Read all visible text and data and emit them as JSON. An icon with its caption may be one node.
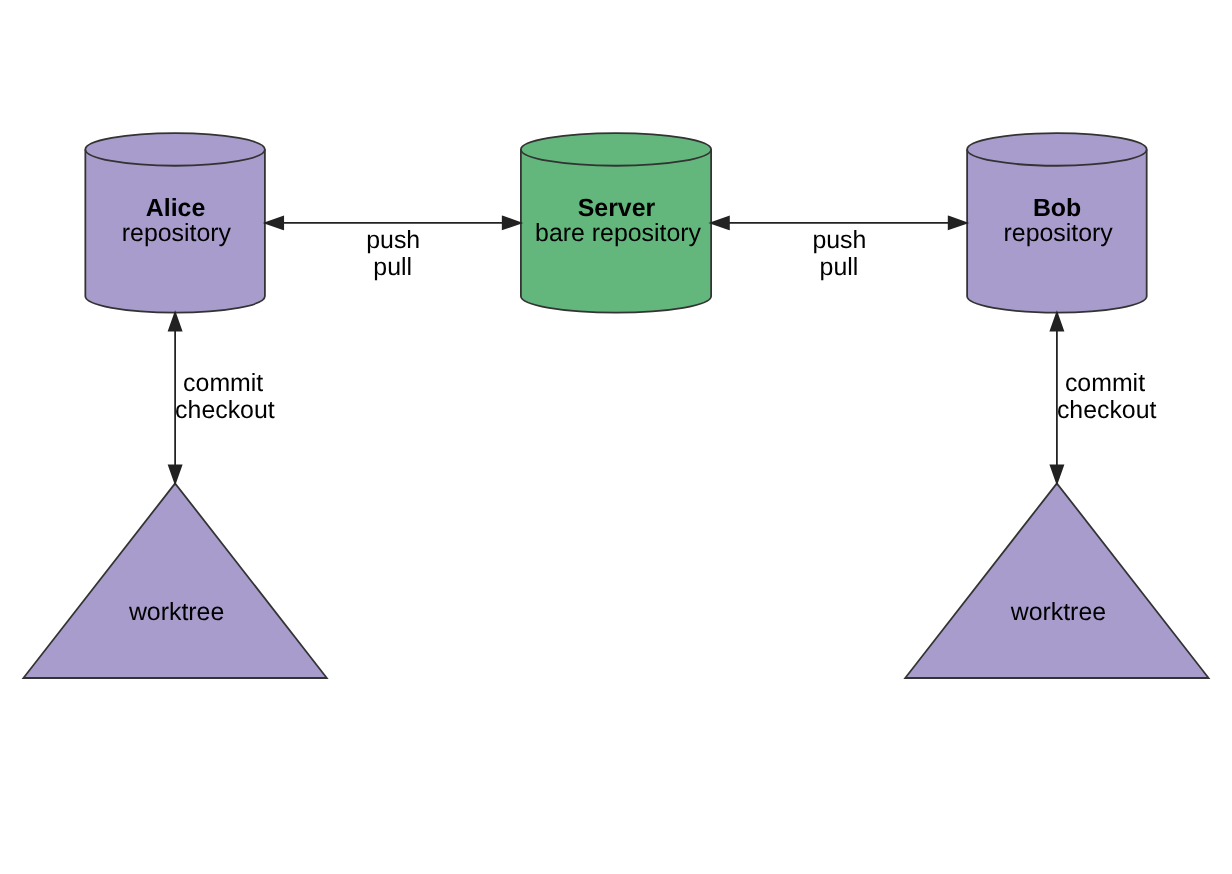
{
  "diagram": {
    "nodes": [
      {
        "text": [
          "Alice",
          "repository"
        ]
      },
      {
        "text": [
          "Server",
          "bare repository"
        ]
      },
      {
        "text": [
          "Bob",
          "repository"
        ]
      },
      {
        "text": [
          "worktree"
        ]
      },
      {
        "text": [
          "worktree"
        ]
      }
    ],
    "edges": [
      {
        "from": 0,
        "to": 1,
        "arrow": "both",
        "label": "push pull"
      },
      {
        "from": 1,
        "to": 2,
        "arrow": "both",
        "label": "push pull"
      },
      {
        "from": 3,
        "to": 0,
        "arrow": "both",
        "label": "commit checkout"
      },
      {
        "from": 4,
        "to": 2,
        "arrow": "both",
        "label": "commit checkout"
      }
    ]
  }
}
